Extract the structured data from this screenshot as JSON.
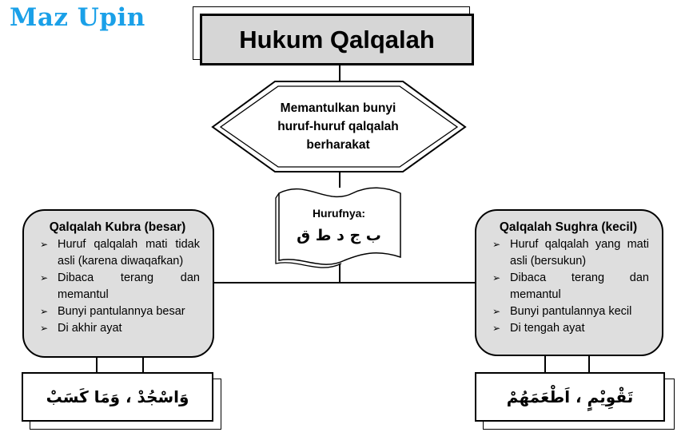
{
  "watermark": "Maz Upin",
  "title": "Hukum Qalqalah",
  "definition": {
    "line1": "Memantulkan bunyi",
    "line2": "huruf-huruf qalqalah",
    "line3": "berharakat"
  },
  "letters": {
    "label": "Hurufnya:",
    "value": "ب ج د ط ق"
  },
  "kubra": {
    "title": "Qalqalah Kubra (besar)",
    "points": [
      "Huruf qalqalah mati tidak asli (karena diwaqafkan)",
      "Dibaca terang dan memantul",
      "Bunyi pantulannya besar",
      "Di akhir ayat"
    ],
    "example": "وَاسْجُدْ ، وَمَا كَسَبْ"
  },
  "sughra": {
    "title": "Qalqalah Sughra (kecil)",
    "points": [
      "Huruf qalqalah yang mati asli (bersukun)",
      "Dibaca terang dan memantul",
      "Bunyi pantulannya kecil",
      "Di tengah ayat"
    ],
    "example": "تَقْوِيْمٍ ، اَطْعَمَهُمْ"
  },
  "colors": {
    "watermark": "#1aa0e8",
    "box_fill": "#dedede",
    "title_fill": "#d6d6d6"
  }
}
